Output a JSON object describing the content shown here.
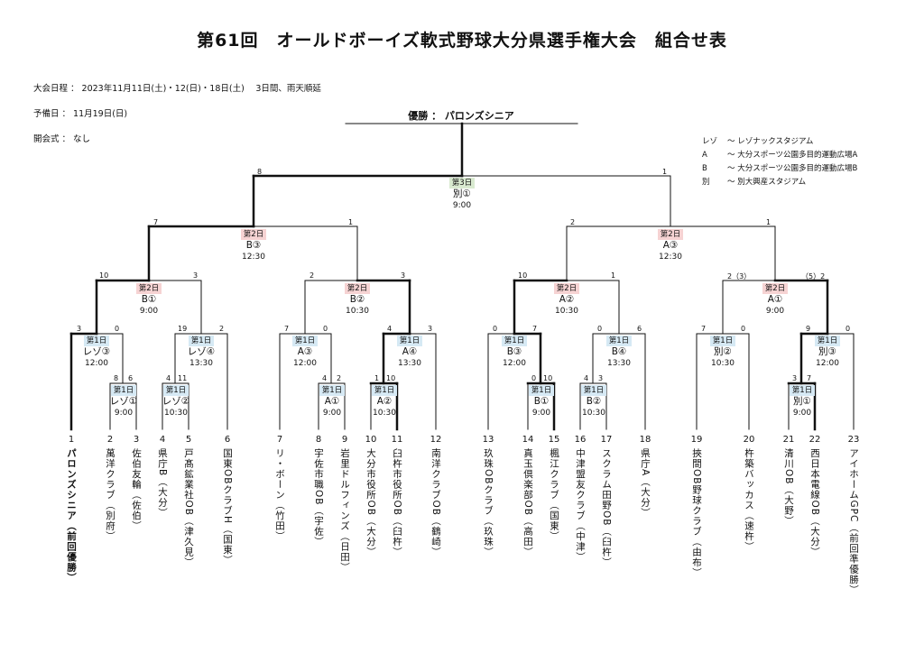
{
  "title": "第61回　オールドボーイズ軟式野球大分県選手権大会　組合せ表",
  "info": {
    "schedule": "大会日程 ： 2023年11月11日(土)・12(日)・18日(土)　 3日間、雨天順延",
    "reserve": "予備日 ： 11月19日(日)",
    "opening": "開会式 ： なし"
  },
  "winner": "優勝 ： パロンズシニア",
  "legend": [
    {
      "abbr": "レゾ",
      "text": "～ レゾナックスタジアム"
    },
    {
      "abbr": "A",
      "text": "～ 大分スポーツ公園多目的運動広場A"
    },
    {
      "abbr": "B",
      "text": "～ 大分スポーツ公園多目的運動広場B"
    },
    {
      "abbr": "別",
      "text": "～ 別大興産スタジアム"
    }
  ],
  "matches": {
    "final": {
      "day": "第3日",
      "venue": "別①",
      "time": "9:00"
    },
    "sf_left": {
      "day": "第2日",
      "venue": "B③",
      "time": "12:30"
    },
    "sf_right": {
      "day": "第2日",
      "venue": "A③",
      "time": "12:30"
    },
    "q1": {
      "day": "第2日",
      "venue": "B①",
      "time": "9:00"
    },
    "q2": {
      "day": "第2日",
      "venue": "B②",
      "time": "10:30"
    },
    "q3": {
      "day": "第2日",
      "venue": "A②",
      "time": "10:30"
    },
    "q4": {
      "day": "第2日",
      "venue": "A①",
      "time": "9:00"
    },
    "r1": {
      "day": "第1日",
      "venue": "レゾ③",
      "time": "12:00"
    },
    "r2": {
      "day": "第1日",
      "venue": "レゾ④",
      "time": "13:30"
    },
    "r3": {
      "day": "第1日",
      "venue": "A③",
      "time": "12:00"
    },
    "r4": {
      "day": "第1日",
      "venue": "A④",
      "time": "13:30"
    },
    "r5": {
      "day": "第1日",
      "venue": "B③",
      "time": "12:00"
    },
    "r6": {
      "day": "第1日",
      "venue": "B④",
      "time": "13:30"
    },
    "r7": {
      "day": "第1日",
      "venue": "別②",
      "time": "10:30"
    },
    "r8": {
      "day": "第1日",
      "venue": "別③",
      "time": "12:00"
    },
    "p1": {
      "day": "第1日",
      "venue": "レゾ①",
      "time": "9:00"
    },
    "p2": {
      "day": "第1日",
      "venue": "レゾ②",
      "time": "10:30"
    },
    "p3": {
      "day": "第1日",
      "venue": "A①",
      "time": "9:00"
    },
    "p4": {
      "day": "第1日",
      "venue": "A②",
      "time": "10:30"
    },
    "p5": {
      "day": "第1日",
      "venue": "B①",
      "time": "9:00"
    },
    "p6": {
      "day": "第1日",
      "venue": "B②",
      "time": "10:30"
    },
    "p7": {
      "day": "第1日",
      "venue": "別①",
      "time": "9:00"
    }
  },
  "scores": {
    "final_l": "8",
    "final_r": "1",
    "sfl_l": "7",
    "sfl_r": "1",
    "sfr_l": "2",
    "sfr_r": "1",
    "q1_l": "10",
    "q1_r": "3",
    "q2_l": "2",
    "q2_r": "3",
    "q3_l": "10",
    "q3_r": "1",
    "q4_l": "2（3）",
    "q4_r": "（5）2",
    "r1_l": "3",
    "r1_r": "0",
    "r2_l": "19",
    "r2_r": "2",
    "r3_l": "7",
    "r3_r": "0",
    "r4_l": "4",
    "r4_r": "3",
    "r5_l": "0",
    "r5_r": "7",
    "r6_l": "0",
    "r6_r": "6",
    "r7_l": "7",
    "r7_r": "0",
    "r8_l": "9",
    "r8_r": "0",
    "p1_l": "8",
    "p1_r": "6",
    "p2_l": "4",
    "p2_r": "11",
    "p3_l": "4",
    "p3_r": "2",
    "p4_l": "1",
    "p4_r": "10",
    "p5_l": "0",
    "p5_r": "10",
    "p6_l": "4",
    "p6_r": "3",
    "p7_l": "3",
    "p7_r": "7"
  },
  "teams": [
    {
      "num": "1",
      "name": "パロンズシニア（前回優勝）"
    },
    {
      "num": "2",
      "name": "萬洋クラブ（別府）"
    },
    {
      "num": "3",
      "name": "佐伯友輪（佐伯）"
    },
    {
      "num": "4",
      "name": "県庁B（大分）"
    },
    {
      "num": "5",
      "name": "戸髙鉱業社OB（津久見）"
    },
    {
      "num": "6",
      "name": "国東OBクラブH（国東）"
    },
    {
      "num": "7",
      "name": "リ・ボーン（竹田）"
    },
    {
      "num": "8",
      "name": "宇佐市職OB（宇佐）"
    },
    {
      "num": "9",
      "name": "岩里ドルフィンズ（日田）"
    },
    {
      "num": "10",
      "name": "大分市役所OB（大分）"
    },
    {
      "num": "11",
      "name": "臼杵市役所OB（臼杵）"
    },
    {
      "num": "12",
      "name": "南洋クラブOB（鶴崎）"
    },
    {
      "num": "13",
      "name": "玖珠OBクラブ（玖珠）"
    },
    {
      "num": "14",
      "name": "真玉倶楽部OB（高田）"
    },
    {
      "num": "15",
      "name": "楓江クラブ（国東）"
    },
    {
      "num": "16",
      "name": "中津盟友クラブ（中津）"
    },
    {
      "num": "17",
      "name": "スクラム田野OB（臼杵）"
    },
    {
      "num": "18",
      "name": "県庁A（大分）"
    },
    {
      "num": "19",
      "name": "挾間OB野球クラブ（由布）"
    },
    {
      "num": "20",
      "name": "杵築バッカス（速杵）"
    },
    {
      "num": "21",
      "name": "清川OB（大野）"
    },
    {
      "num": "22",
      "name": "西日本電線OB（大分）"
    },
    {
      "num": "23",
      "name": "アイホームGPC（前回準優勝）"
    }
  ]
}
